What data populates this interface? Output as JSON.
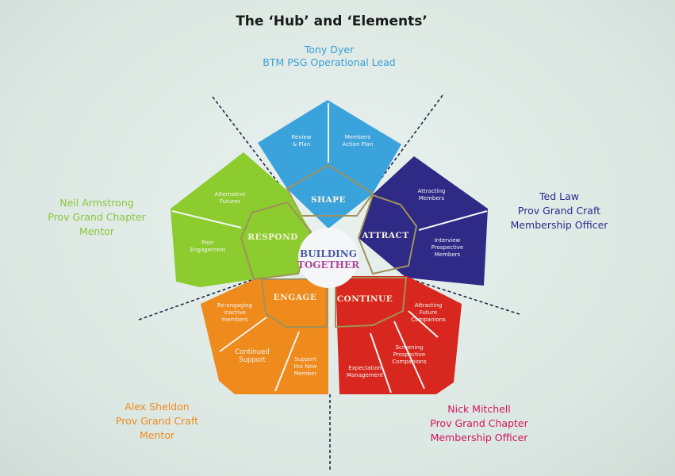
{
  "title": "The ‘Hub’ and ‘Elements’",
  "hub": {
    "line1": "BUILDING",
    "line2": "TOGETHER"
  },
  "people": {
    "top": {
      "name": "Tony Dyer",
      "role": "BTM PSG Operational Lead",
      "color": "#3a9fd8"
    },
    "right": {
      "name": "Ted Law",
      "role1": "Prov Grand Craft",
      "role2": "Membership Officer",
      "color": "#2a2a8c"
    },
    "left": {
      "name": "Neil Armstrong",
      "role1": "Prov Grand Chapter",
      "role2": "Mentor",
      "color": "#8cc63f"
    },
    "bottom_left": {
      "name": "Alex Sheldon",
      "role1": "Prov Grand Craft",
      "role2": "Mentor",
      "color": "#f08a1e"
    },
    "bottom_right": {
      "name": "Nick Mitchell",
      "role1": "Prov Grand Chapter",
      "role2": "Membership Officer",
      "color": "#d4145a"
    }
  },
  "elements": {
    "shape": {
      "label": "SHAPE",
      "color": "#3ba3dc",
      "items": [
        [
          "Review",
          "& Plan"
        ],
        [
          "Members",
          "Action Plan"
        ]
      ]
    },
    "attract": {
      "label": "ATTRACT",
      "color": "#2e2a86",
      "items": [
        [
          "Attracting",
          "Members"
        ],
        [
          "Interview",
          "Prospective",
          "Members"
        ]
      ]
    },
    "continue": {
      "label": "CONTINUE",
      "color": "#d8271e",
      "items": [
        [
          "Attracting",
          "Future",
          "Companions"
        ],
        [
          "Screening",
          "Prospective",
          "Companions"
        ],
        [
          "Expectation",
          "Management"
        ]
      ]
    },
    "engage": {
      "label": "ENGAGE",
      "color": "#ef8a1c",
      "items": [
        [
          "Re-engaging",
          "inactive",
          "members"
        ],
        [
          "Continued",
          "Support"
        ],
        [
          "Support",
          "the New",
          "Member"
        ]
      ]
    },
    "respond": {
      "label": "RESPOND",
      "color": "#8ccc2e",
      "items": [
        [
          "Alternative",
          "Futures"
        ],
        [
          "Poor",
          "Engagement"
        ]
      ]
    }
  }
}
